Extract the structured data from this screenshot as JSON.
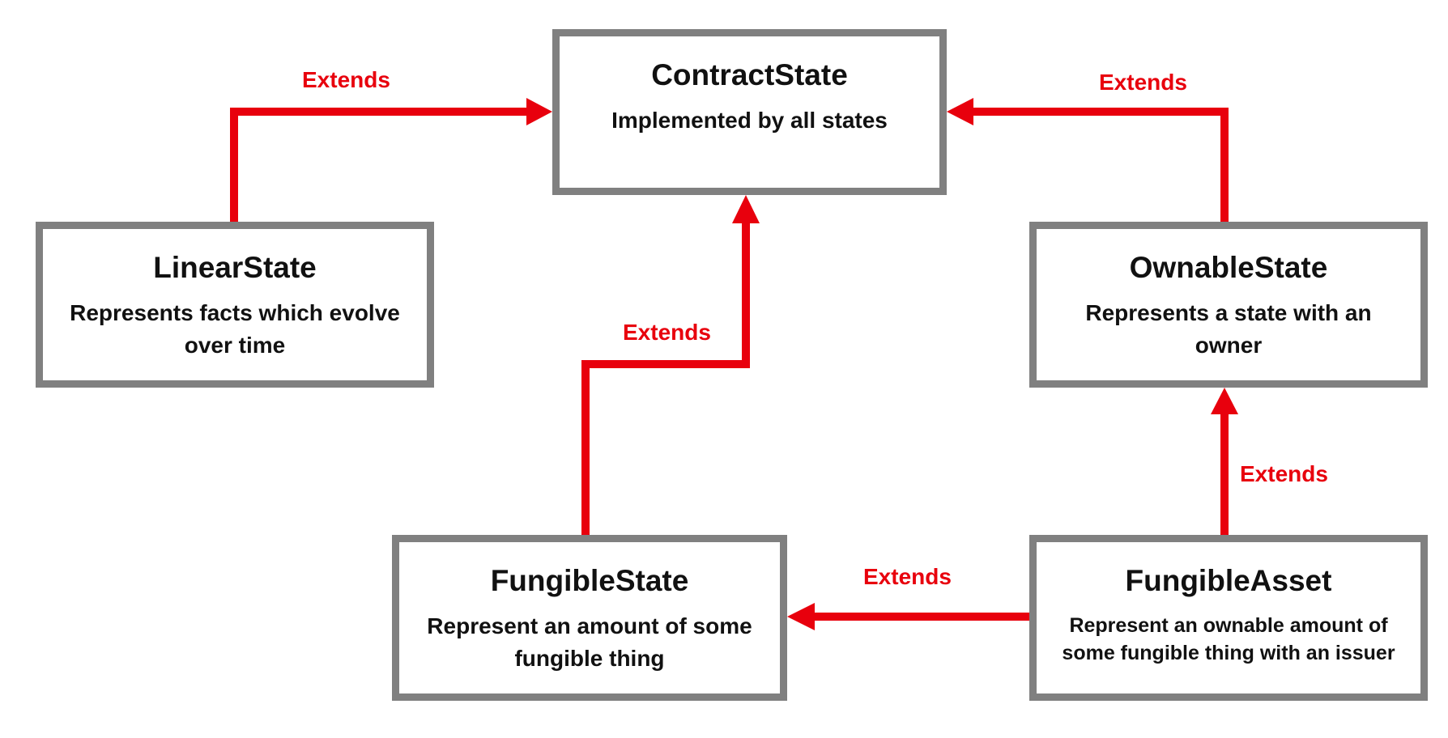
{
  "colors": {
    "box_border": "#808080",
    "arrow": "#e8000d",
    "text": "#111111"
  },
  "nodes": {
    "contract_state": {
      "title": "ContractState",
      "description": "Implemented by all states"
    },
    "linear_state": {
      "title": "LinearState",
      "description": "Represents facts which evolve over time"
    },
    "ownable_state": {
      "title": "OwnableState",
      "description": "Represents a state with an owner"
    },
    "fungible_state": {
      "title": "FungibleState",
      "description": "Represent an amount of some fungible thing"
    },
    "fungible_asset": {
      "title": "FungibleAsset",
      "description": "Represent an ownable amount of some fungible thing with an issuer"
    }
  },
  "edges": [
    {
      "from": "LinearState",
      "to": "ContractState",
      "label": "Extends"
    },
    {
      "from": "OwnableState",
      "to": "ContractState",
      "label": "Extends"
    },
    {
      "from": "FungibleState",
      "to": "ContractState",
      "label": "Extends"
    },
    {
      "from": "FungibleAsset",
      "to": "OwnableState",
      "label": "Extends"
    },
    {
      "from": "FungibleAsset",
      "to": "FungibleState",
      "label": "Extends"
    }
  ]
}
